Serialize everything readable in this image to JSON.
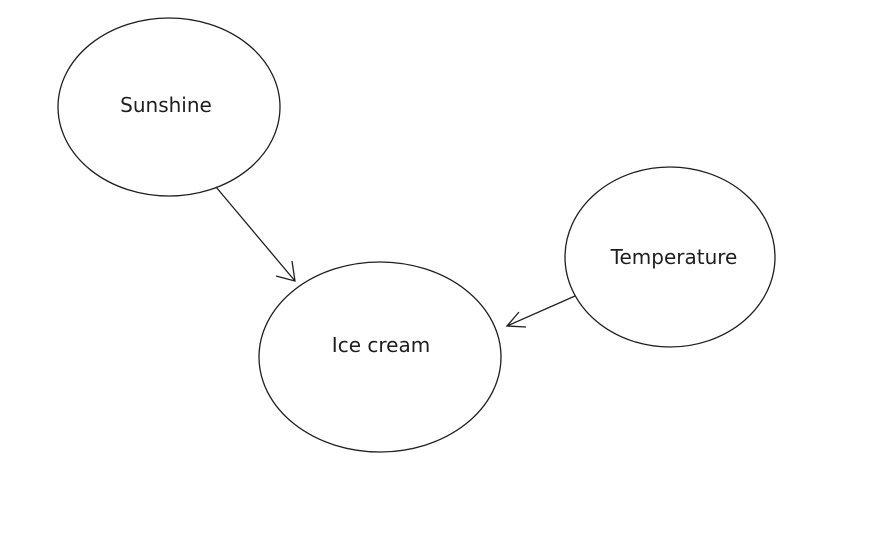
{
  "nodes": {
    "sunshine": "Sunshine",
    "ice_cream": "Ice cream",
    "temperature": "Temperature"
  },
  "edges": [
    {
      "from": "Sunshine",
      "to": "Ice cream"
    },
    {
      "from": "Temperature",
      "to": "Ice cream"
    }
  ],
  "stroke_color": "#1e1e1e"
}
